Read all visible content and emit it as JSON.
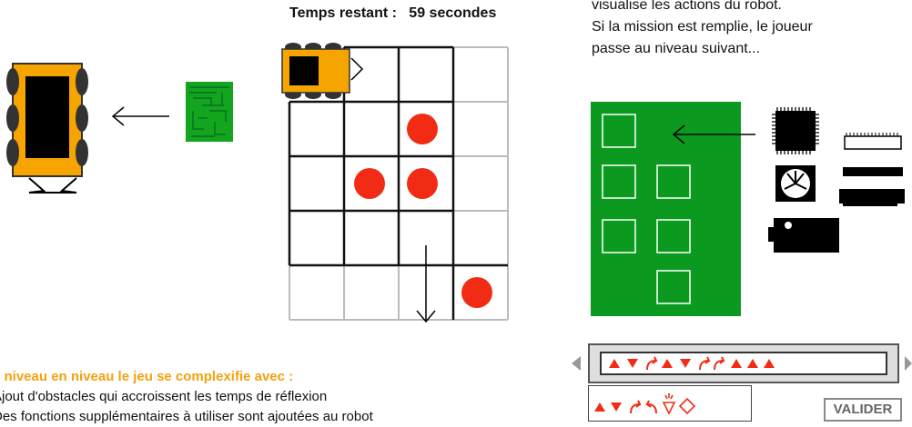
{
  "timer": {
    "label": "Temps restant :",
    "value": "59 secondes"
  },
  "intro": {
    "lines": [
      "visualise les actions du robot.",
      "Si la mission est remplie, le joueur",
      "passe au niveau suivant..."
    ]
  },
  "levels": {
    "heading": "e niveau en niveau le jeu se complexifie avec :",
    "items": [
      "Ajout d'obstacles qui accroissent les temps de réflexion",
      "Des fonctions supplémentaires à utiliser sont ajoutées au robot"
    ]
  },
  "program_bar": {
    "commands": [
      "forward",
      "backward",
      "turn-right",
      "forward",
      "backward",
      "turn-right",
      "turn-right",
      "forward",
      "forward",
      "forward"
    ]
  },
  "palette": {
    "commands": [
      "forward",
      "backward",
      "turn-right",
      "turn-left",
      "shoot",
      "sensor"
    ]
  },
  "validate_button": {
    "label": "VALIDER"
  },
  "colors": {
    "accent_red": "#f22c14",
    "board_green": "#0b9a1f",
    "robot_orange": "#f5a400",
    "heading_orange": "#f4a10f"
  }
}
